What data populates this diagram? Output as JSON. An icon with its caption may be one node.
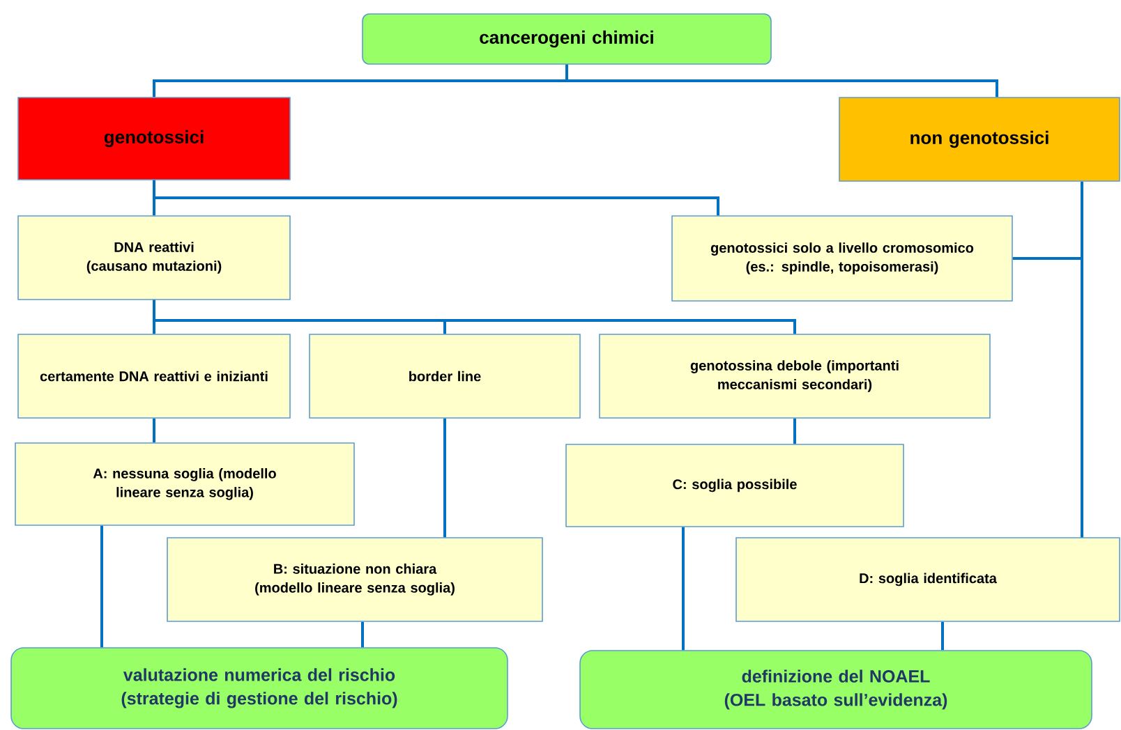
{
  "diagram": {
    "nodes": [
      {
        "text": [
          "cancerogeni chimici"
        ]
      },
      {
        "text": [
          "genotossici"
        ]
      },
      {
        "text": [
          "non genotossici"
        ]
      },
      {
        "text": [
          "DNA reattivi (causano mutazioni)"
        ]
      },
      {
        "text": [
          "genotossici solo a livello cromosomico (es.: spindle, topoisomerasi)"
        ]
      },
      {
        "text": [
          "certamente DNA reattivi e inizianti"
        ]
      },
      {
        "text": [
          "border line"
        ]
      },
      {
        "text": [
          "genotossina debole (importanti meccanismi secondari)"
        ]
      },
      {
        "text": [
          "A: nessuna soglia (modello lineare senza soglia)"
        ]
      },
      {
        "text": [
          "B: situazione non chiara (modello lineare senza soglia)"
        ]
      },
      {
        "text": [
          "C: soglia possibile"
        ]
      },
      {
        "text": [
          "D: soglia identificata"
        ]
      },
      {
        "text": [
          "valutazione numerica del rischio (strategie di gestione del rischio)"
        ]
      },
      {
        "text": [
          "definizione del NOAEL (OEL basato sull’evidenza)"
        ]
      }
    ],
    "edges": [
      {
        "from": 0,
        "to": 1,
        "arrow": "none"
      },
      {
        "from": 0,
        "to": 2,
        "arrow": "none"
      },
      {
        "from": 1,
        "to": 3,
        "arrow": "none"
      },
      {
        "from": 1,
        "to": 4,
        "arrow": "none"
      },
      {
        "from": 3,
        "to": 5,
        "arrow": "none"
      },
      {
        "from": 3,
        "to": 6,
        "arrow": "none"
      },
      {
        "from": 3,
        "to": 7,
        "arrow": "none"
      },
      {
        "from": 5,
        "to": 8,
        "arrow": "none"
      },
      {
        "from": 6,
        "to": 9,
        "arrow": "none"
      },
      {
        "from": 7,
        "to": 10,
        "arrow": "none"
      },
      {
        "from": 8,
        "to": 12,
        "arrow": "none"
      },
      {
        "from": 9,
        "to": 12,
        "arrow": "none"
      },
      {
        "from": 10,
        "to": 13,
        "arrow": "none"
      },
      {
        "from": 11,
        "to": 13,
        "arrow": "none"
      },
      {
        "from": 2,
        "to": 11,
        "arrow": "none"
      },
      {
        "from": 4,
        "to": 11,
        "arrow": "none"
      }
    ]
  }
}
